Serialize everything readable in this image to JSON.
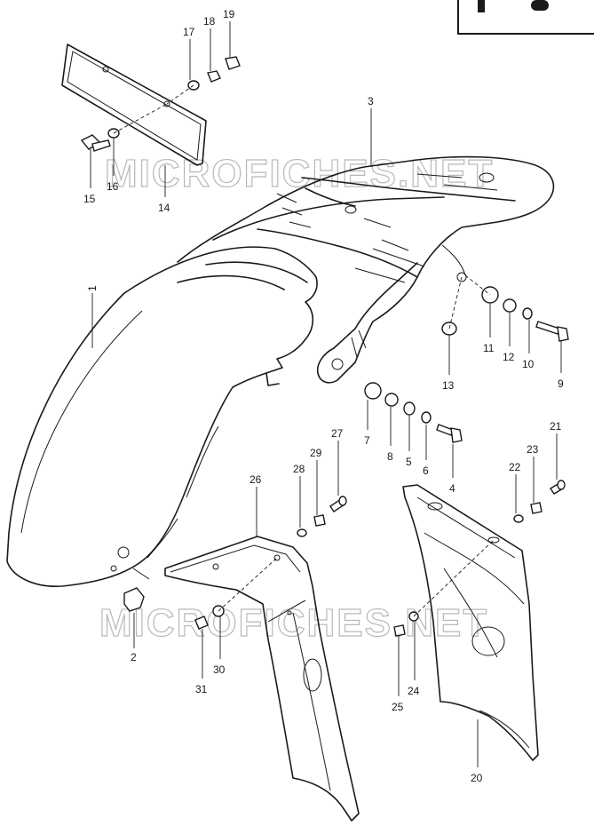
{
  "watermark": "MICROFICHES.NET",
  "callouts": [
    {
      "id": "1",
      "label": "1"
    },
    {
      "id": "2",
      "label": "2"
    },
    {
      "id": "3",
      "label": "3"
    },
    {
      "id": "4",
      "label": "4"
    },
    {
      "id": "5",
      "label": "5"
    },
    {
      "id": "6",
      "label": "6"
    },
    {
      "id": "7",
      "label": "7"
    },
    {
      "id": "8",
      "label": "8"
    },
    {
      "id": "9",
      "label": "9"
    },
    {
      "id": "10",
      "label": "10"
    },
    {
      "id": "11",
      "label": "11"
    },
    {
      "id": "12",
      "label": "12"
    },
    {
      "id": "13",
      "label": "13"
    },
    {
      "id": "14",
      "label": "14"
    },
    {
      "id": "15",
      "label": "15"
    },
    {
      "id": "16",
      "label": "16"
    },
    {
      "id": "17",
      "label": "17"
    },
    {
      "id": "18",
      "label": "18"
    },
    {
      "id": "19",
      "label": "19"
    },
    {
      "id": "20",
      "label": "20"
    },
    {
      "id": "21",
      "label": "21"
    },
    {
      "id": "22",
      "label": "22"
    },
    {
      "id": "23",
      "label": "23"
    },
    {
      "id": "24",
      "label": "24"
    },
    {
      "id": "25",
      "label": "25"
    },
    {
      "id": "26",
      "label": "26"
    },
    {
      "id": "27",
      "label": "27"
    },
    {
      "id": "28",
      "label": "28"
    },
    {
      "id": "29",
      "label": "29"
    },
    {
      "id": "30",
      "label": "30"
    },
    {
      "id": "31",
      "label": "31"
    }
  ]
}
